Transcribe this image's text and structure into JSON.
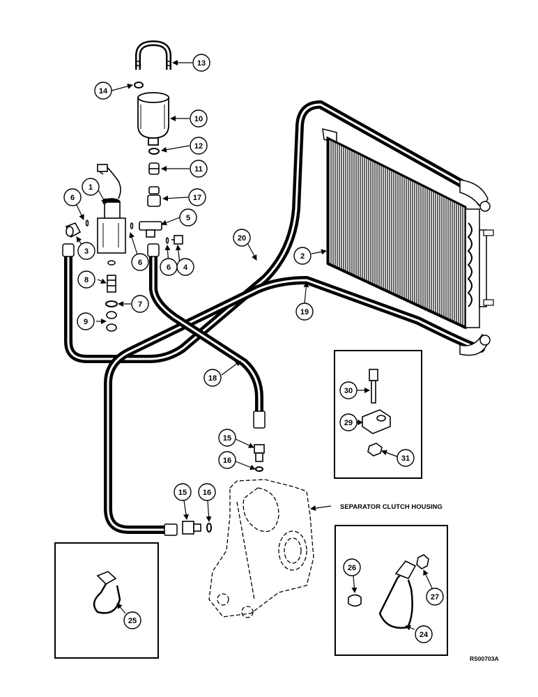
{
  "callouts": {
    "c1": "1",
    "c2": "2",
    "c3": "3",
    "c4": "4",
    "c5": "5",
    "c6a": "6",
    "c6b": "6",
    "c6c": "6",
    "c7": "7",
    "c8": "8",
    "c9": "9",
    "c10": "10",
    "c11": "11",
    "c12": "12",
    "c13": "13",
    "c14": "14",
    "c15a": "15",
    "c15b": "15",
    "c16a": "16",
    "c16b": "16",
    "c17": "17",
    "c18": "18",
    "c19": "19",
    "c20": "20",
    "c24": "24",
    "c25": "25",
    "c26": "26",
    "c27": "27",
    "c29": "29",
    "c30": "30",
    "c31": "31"
  },
  "labels": {
    "housing": "SEPARATOR CLUTCH HOUSING",
    "figure_code": "RS00703A"
  }
}
